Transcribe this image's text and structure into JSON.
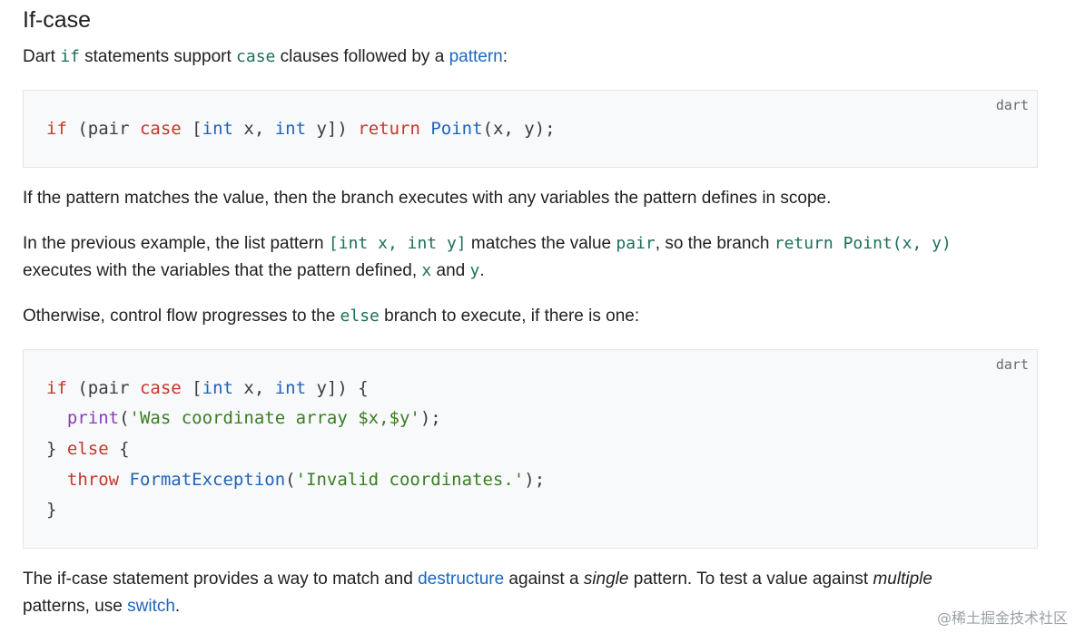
{
  "heading": "If-case",
  "intro": {
    "t1": "Dart ",
    "c1": "if",
    "t2": " statements support ",
    "c2": "case",
    "t3": " clauses followed by a ",
    "link": "pattern",
    "t4": ":"
  },
  "code1": {
    "lang": "dart",
    "l1": {
      "a": "if",
      "b": " (pair ",
      "c": "case",
      "d": " [",
      "e": "int",
      "f": " x, ",
      "g": "int",
      "h": " y]) ",
      "i": "return",
      "j": " ",
      "k": "Point",
      "l": "(x, y);"
    }
  },
  "p2": "If the pattern matches the value, then the branch executes with any variables the pattern defines in scope.",
  "p3": {
    "t1": "In the previous example, the list pattern ",
    "c1": "[int x, int y]",
    "t2": " matches the value ",
    "c2": "pair",
    "t3": ", so the branch ",
    "c3": "return Point(x, y)",
    "t4": "executes with the variables that the pattern defined, ",
    "c4": "x",
    "t5": " and ",
    "c5": "y",
    "t6": "."
  },
  "p4": {
    "t1": "Otherwise, control flow progresses to the ",
    "c1": "else",
    "t2": " branch to execute, if there is one:"
  },
  "code2": {
    "lang": "dart",
    "l1": {
      "a": "if",
      "b": " (pair ",
      "c": "case",
      "d": " [",
      "e": "int",
      "f": " x, ",
      "g": "int",
      "h": " y]) {"
    },
    "l2": {
      "indent": "  ",
      "a": "print",
      "b": "(",
      "c": "'Was coordinate array $x,$y'",
      "d": ");"
    },
    "l3": {
      "a": "} ",
      "b": "else",
      "c": " {"
    },
    "l4": {
      "indent": "  ",
      "a": "throw",
      "b": " ",
      "c": "FormatException",
      "d": "(",
      "e": "'Invalid coordinates.'",
      "f": ");"
    },
    "l5": {
      "a": "}"
    }
  },
  "p5": {
    "t1": "The if-case statement provides a way to match and ",
    "link1": "destructure",
    "t2": " against a ",
    "em1": "single",
    "t3": " pattern. To test a value against ",
    "em2": "multiple",
    "t4": "patterns, use ",
    "link2": "switch",
    "t5": "."
  },
  "watermark": "@稀土掘金技术社区"
}
